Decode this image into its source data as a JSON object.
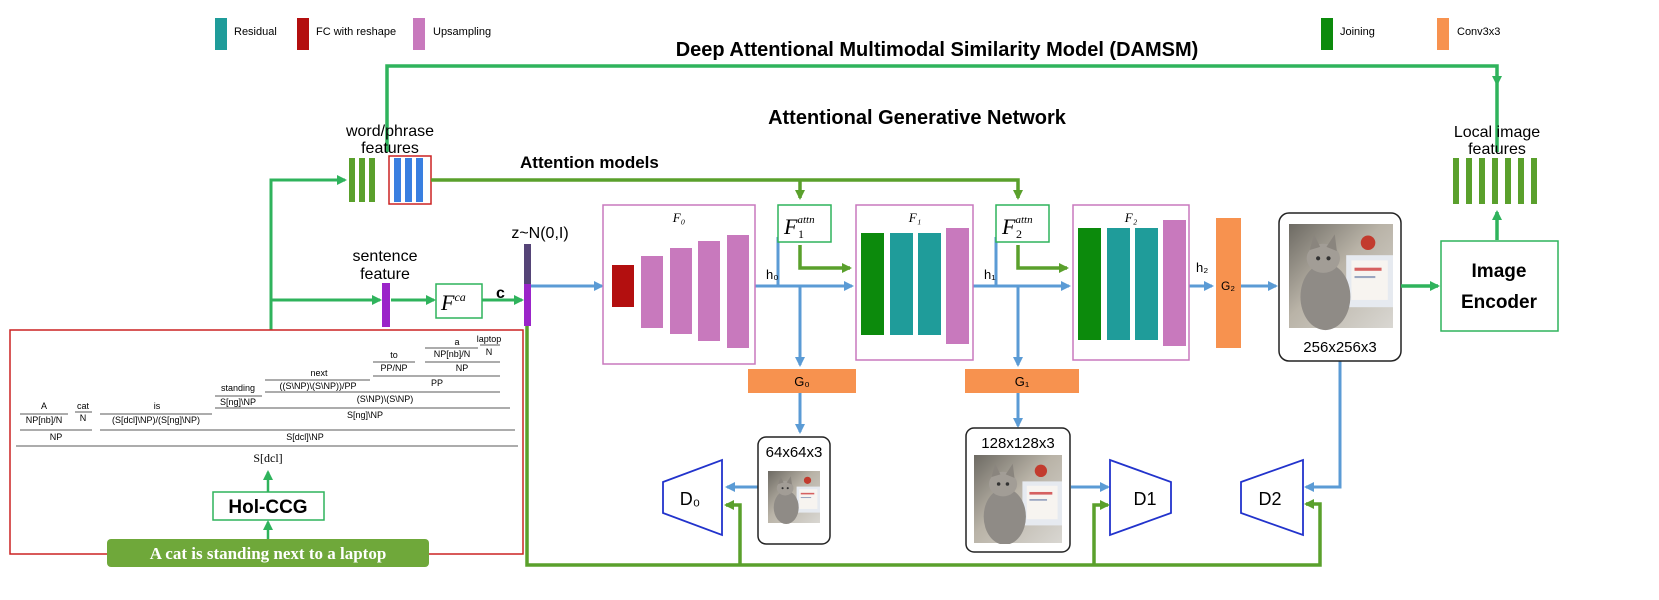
{
  "legend": {
    "residual": "Residual",
    "fc": "FC with reshape",
    "upsampling": "Upsampling",
    "joining": "Joining",
    "conv": "Conv3x3"
  },
  "colors": {
    "residual": "#1f9c9a",
    "fc": "#b30f0f",
    "upsampling": "#c879bd",
    "joining": "#0c8a0c",
    "conv": "#f7924f",
    "green_arrow": "#2fb35c",
    "olive_arrow": "#5aa02c",
    "blue_arrow": "#5b9bd5",
    "word_feature_blue": "#3a7fe0",
    "latent_bar": "#554477",
    "sentence_bar": "#9b25c9",
    "discriminator": "#2233cc",
    "ccg_border": "#cc2222",
    "caption_bg": "#6fa83a"
  },
  "titles": {
    "damsm": "Deep Attentional Multimodal Similarity Model (DAMSM)",
    "agn": "Attentional Generative Network",
    "attention_models": "Attention models"
  },
  "labels": {
    "word_features": [
      "word/phrase",
      "features"
    ],
    "sentence_feature": [
      "sentence",
      "feature"
    ],
    "local_image_features": [
      "Local image",
      "features"
    ],
    "noise": "z~N(0,I)",
    "c": "c",
    "f_ca_base": "F",
    "f_ca_sup": "ca",
    "f0": "F₀",
    "f1": "F₁",
    "f2": "F₂",
    "f1_attn": "F",
    "f1_attn_sub": "1",
    "f2_attn": "F",
    "f2_attn_sub": "2",
    "attn_sup": "attn",
    "h0": "h₀",
    "h1": "h₁",
    "h2": "h₂",
    "g0": "G₀",
    "g1": "G₁",
    "g2": "G₂",
    "img64": "64x64x3",
    "img128": "128x128x3",
    "img256": "256x256x3",
    "d0": "D₀",
    "d1": "D1",
    "d2": "D2",
    "image_encoder": [
      "Image",
      "Encoder"
    ],
    "hol_ccg": "Hol-CCG",
    "caption": "A cat is standing next to a laptop"
  },
  "ccg": {
    "words": {
      "a1": "A",
      "cat": "cat",
      "is": "is",
      "standing": "standing",
      "next": "next",
      "to": "to",
      "a2": "a",
      "laptop": "laptop"
    },
    "cats": {
      "a1": "NP[nb]/N",
      "cat": "N",
      "is": "(S[dcl]\\NP)/(S[ng]\\NP)",
      "standing": "S[ng]\\NP",
      "next": "((S\\NP)\\(S\\NP))/PP",
      "to": "PP/NP",
      "a2": "NP[nb]/N",
      "laptop": "N"
    },
    "derived": {
      "np_a_laptop": "NP",
      "pp": "PP",
      "mod": "(S\\NP)\\(S\\NP)",
      "sng": "S[ng]\\NP",
      "np_a_cat": "NP",
      "sdcl_np": "S[dcl]\\NP",
      "root": "S[dcl]"
    }
  }
}
